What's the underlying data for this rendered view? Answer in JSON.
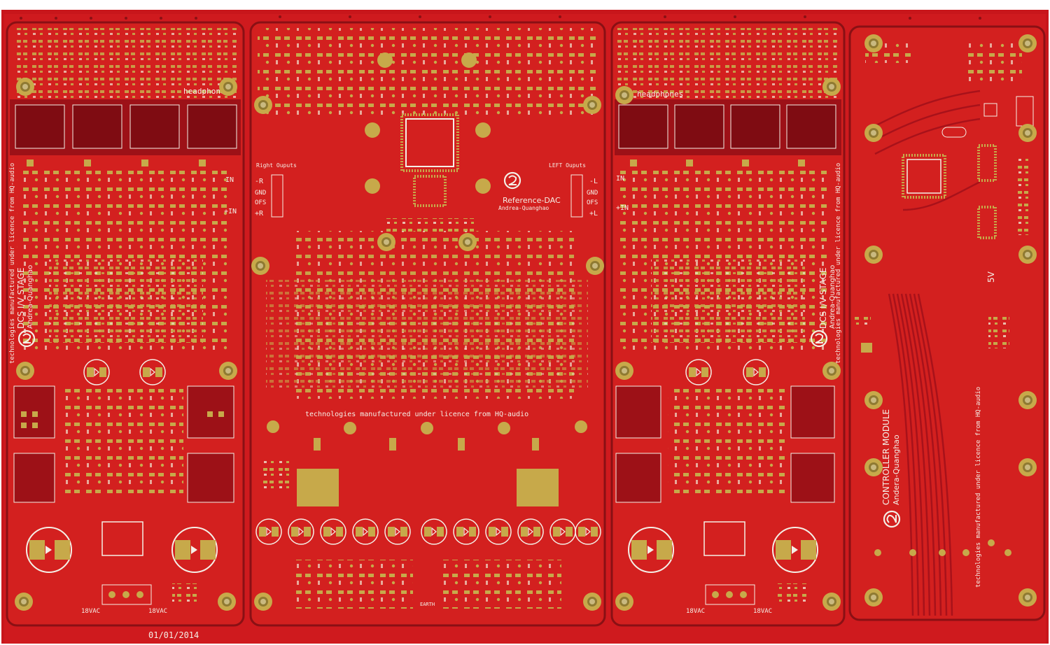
{
  "colors": {
    "substrate": "#c8161b",
    "board": "#d21f1f",
    "board_dark": "#a3121a",
    "copper": "#c7a94a",
    "silk": "#f4efe6",
    "background": "#ffffff"
  },
  "panel": {
    "date_code": "01/01/2014"
  },
  "boards": {
    "stage_left": {
      "title": "DCS I/V STAGE",
      "author": "Andrea-Quanghao",
      "licence": "technologies manufactured under licence from HQ-audio",
      "headphones": "headphones",
      "vac_left": "18VAC",
      "vac_right": "18VAC",
      "io_labels": [
        "IN",
        "+IN"
      ],
      "logo": "hq-logo-icon"
    },
    "dac": {
      "title": "Reference-DAC",
      "author": "Andrea-Quanghao",
      "licence": "technologies manufactured under licence from HQ-audio",
      "right_outputs": "Right Ouputs",
      "left_outputs": "LEFT Ouputs",
      "right_pins": [
        "-R",
        "GND",
        "OFS",
        "+R"
      ],
      "left_pins": [
        "-L",
        "GND",
        "OFS",
        "+L"
      ],
      "earth": "EARTH",
      "logo": "hq-logo-icon"
    },
    "stage_right": {
      "title": "DCS I/V STAGE",
      "author": "Andrea-Quanghao",
      "licence": "technologies manufactured under licence from HQ-audio",
      "headphones": "headphones",
      "vac_left": "18VAC",
      "vac_right": "18VAC",
      "io_labels": [
        "IN",
        "+IN"
      ],
      "logo": "hq-logo-icon"
    },
    "controller": {
      "title": "CONTROLLER MODULE",
      "author": "Andera-Quanghao",
      "licence": "technologies manufactured under licence from HQ-audio",
      "voltage": "5V",
      "logo": "hq-logo-icon"
    }
  }
}
